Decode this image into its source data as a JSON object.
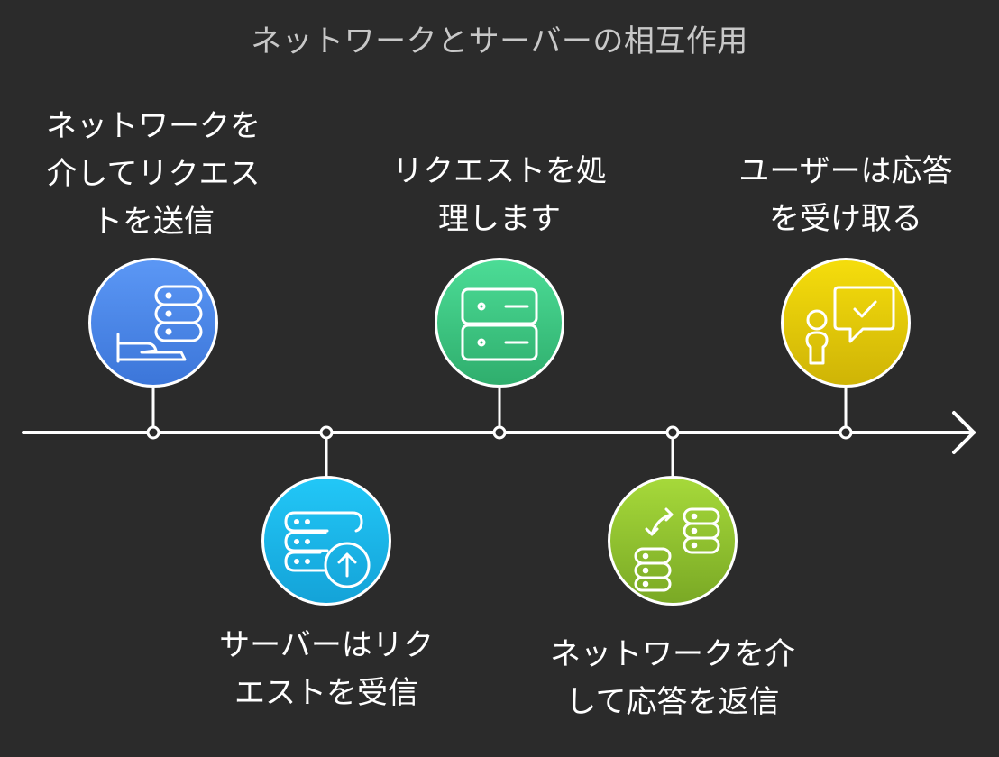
{
  "title": "ネットワークとサーバーの相互作用",
  "steps": [
    {
      "label": "ネットワークを\n介してリクエス\nトを送信",
      "icon": "hand-server-icon",
      "position": "above",
      "color_top": "#5b97f5",
      "color_bottom": "#3c76d9"
    },
    {
      "label": "サーバーはリク\nエストを受信",
      "icon": "server-upload-icon",
      "position": "below",
      "color_top": "#22c7f7",
      "color_bottom": "#14a3d8"
    },
    {
      "label": "リクエストを処\n理します",
      "icon": "server-rack-icon",
      "position": "above",
      "color_top": "#4cdc96",
      "color_bottom": "#2fae6d"
    },
    {
      "label": "ネットワークを介\nして応答を返信",
      "icon": "server-exchange-icon",
      "position": "below",
      "color_top": "#a6d93a",
      "color_bottom": "#7aa925"
    },
    {
      "label": "ユーザーは応答\nを受け取る",
      "icon": "user-response-icon",
      "position": "above",
      "color_top": "#f5dd0c",
      "color_bottom": "#cfb406"
    }
  ]
}
